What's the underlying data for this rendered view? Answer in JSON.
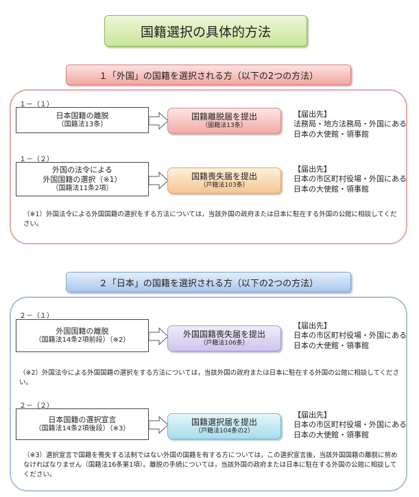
{
  "title": "国籍選択の具体的方法",
  "section1": {
    "heading": "１「外国」の国籍を選択される方（以下の2つの方法）",
    "step1": {
      "label": "１－（１）",
      "source_main": "日本国籍の離脱",
      "source_sub": "（国籍法13条）",
      "action_main": "国籍離脱届を提出",
      "action_sub": "（国籍法13条）",
      "dest_heading": "【届出先】",
      "dest_body": "法務局・地方法務局・外国にある日本の大使館・領事館"
    },
    "step2": {
      "label": "１－（２）",
      "source_line1": "外国の法令による",
      "source_line2": "外国国籍の選択（※1）",
      "source_sub": "（国籍法11条2項）",
      "action_main": "国籍喪失届を提出",
      "action_sub": "（戸籍法103条）",
      "dest_heading": "【届出先】",
      "dest_body": "日本の市区町村役場・外国にある日本の大使館・領事館"
    },
    "note1": "（※1）外国法令による外国国籍の選択をする方法については，当該外国の政府または日本に駐在する外国の公館に相談してください。"
  },
  "section2": {
    "heading": "２「日本」の国籍を選択される方（以下の2つの方法）",
    "step1": {
      "label": "２－（１）",
      "source_main": "外国国籍の離脱",
      "source_sub": "（国籍法14条2項前段）（※2）",
      "action_main": "外国国籍喪失届を提出",
      "action_sub": "（戸籍法106条）",
      "dest_heading": "【届出先】",
      "dest_body": "日本の市区町村役場・外国にある日本の大使館・領事館"
    },
    "note2": "（※2）外国法令による外国国籍の選択をする方法については，当該外国の政府または日本に駐在する外国の公館に相談してください。",
    "step2": {
      "label": "２－（２）",
      "source_main": "日本国籍の選択宣言",
      "source_sub": "（国籍法14条2項後段）（※3）",
      "action_main": "国籍選択届を提出",
      "action_sub": "（戸籍法104条の2）",
      "dest_heading": "【届出先】",
      "dest_body": "日本の市区町村役場・外国にある日本の大使館・領事館"
    },
    "note3": "（※3）選択宣言で国籍を喪失する法制ではない外国の国籍を有する方については，この選択宣言後，当該外国国籍の離脱に努めなければなりません（国籍法16条第1項）。離脱の手続については，当該外国の政府または日本に駐在する外国の公館に相談してください。"
  }
}
